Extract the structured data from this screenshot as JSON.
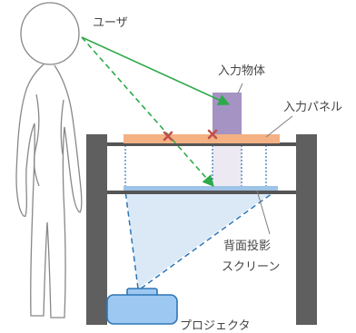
{
  "labels": {
    "user": "ユーザ",
    "input_object": "入力物体",
    "input_panel": "入力パネル",
    "screen_line1": "背面投影",
    "screen_line2": "スクリーン",
    "projector": "プロジェクタ"
  },
  "colors": {
    "frame": "#5f5f5f",
    "shelf": "#555555",
    "input_panel": "#f4b183",
    "input_object": "#a593c3",
    "object_shadow": "#ede9f3",
    "screen": "#9dc3e6",
    "projection_cone": "#dbe9f7",
    "projector": "#9dc8f2",
    "projector_stroke": "#2e75b6",
    "sight_line": "#2eaa4a",
    "cross_mark": "#c0504d",
    "leader_line": "#7f7f7f",
    "person_outline": "#888888"
  },
  "icons": {
    "person": "standing-person-outline-icon",
    "cross": "x-mark-icon",
    "projector": "projector-icon"
  }
}
